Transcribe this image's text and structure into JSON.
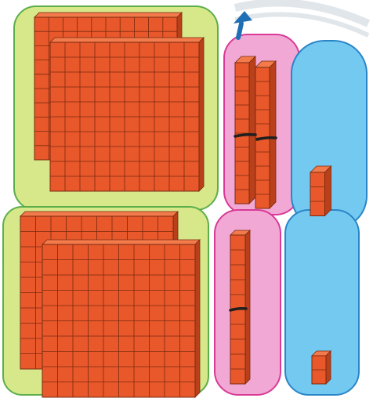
{
  "colors": {
    "block_fill": "#E8582A",
    "block_grid": "#7A2A10",
    "block_top": "#F27A4B",
    "block_side": "#B9401A",
    "panel_hundreds": "#D6E88A",
    "panel_hundreds_border": "#5DAE4B",
    "panel_tens": "#F2A8D5",
    "panel_tens_border": "#D83A95",
    "panel_ones": "#74C9F0",
    "panel_ones_border": "#2A86C7",
    "divider": "#1F1F1F",
    "arrow": "#1F6FB5",
    "watermark": "#C9D3DA"
  },
  "icons": {
    "arrow": "up-arrow-icon",
    "watermark": "watermark-logo"
  },
  "groups": {
    "top": {
      "hundreds": 2,
      "tens": 2,
      "ones": 3
    },
    "bottom": {
      "hundreds": 2,
      "tens": 1,
      "ones": 2
    }
  }
}
